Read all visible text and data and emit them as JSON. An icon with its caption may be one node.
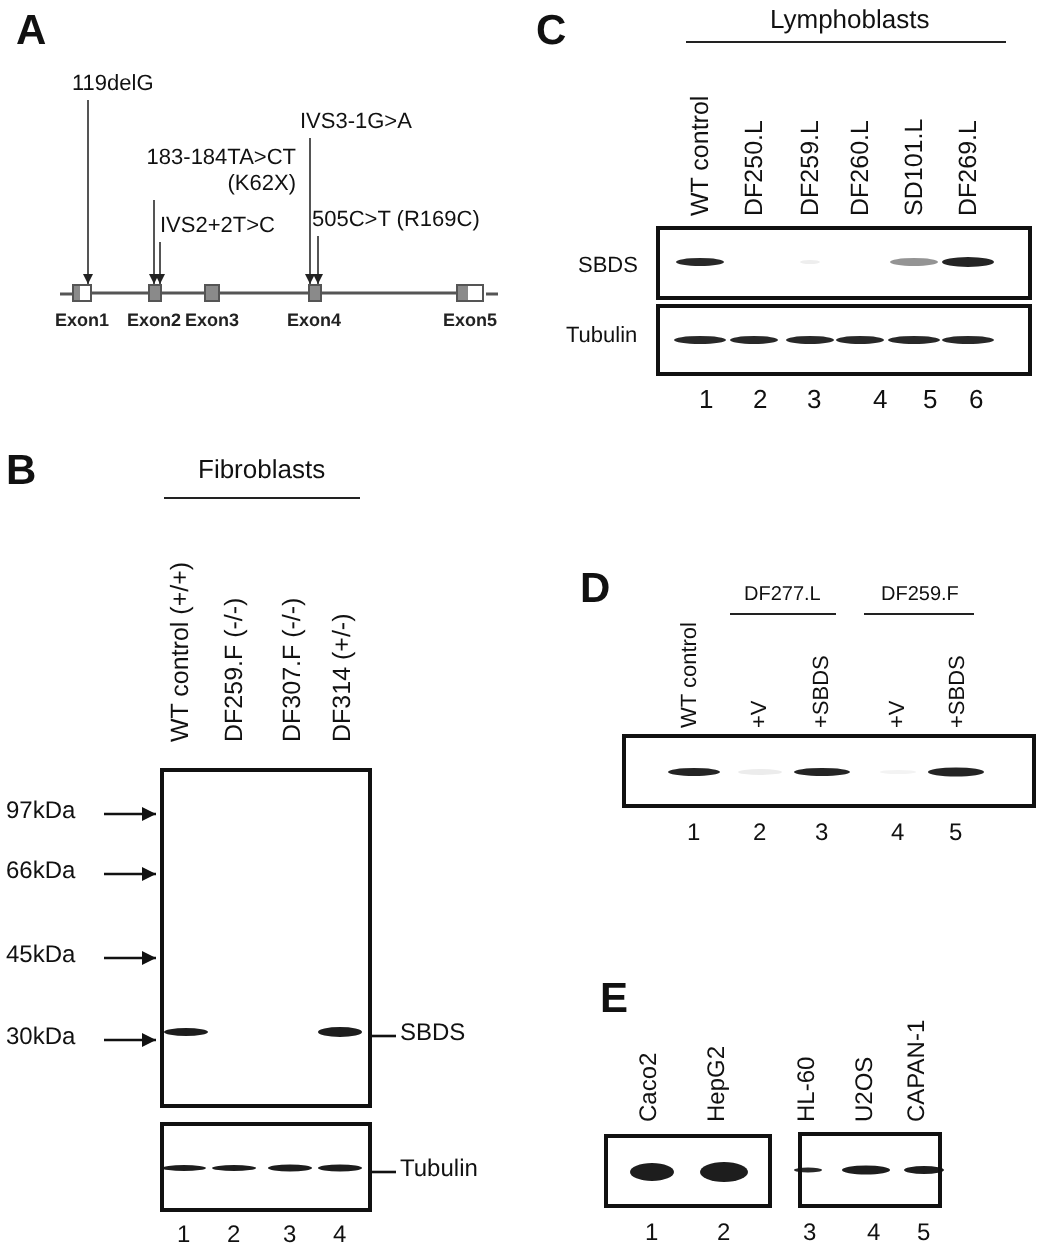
{
  "diagram": {
    "nodes": [
      {
        "text": [
          "119delG"
        ]
      },
      {
        "text": [
          "IVS3-1G>A"
        ]
      },
      {
        "text": [
          "183-184TA>CT (K62X)"
        ]
      },
      {
        "text": [
          "505C>T (R169C)"
        ]
      },
      {
        "text": [
          "IVS2+2T>C"
        ]
      },
      {
        "text": [],
        "shape": "box",
        "beside": [
          "Exon1"
        ]
      },
      {
        "text": [],
        "shape": "box",
        "beside": [
          "Exon2"
        ]
      },
      {
        "text": [],
        "shape": "box",
        "beside": [
          "Exon3"
        ]
      },
      {
        "text": [],
        "shape": "box",
        "beside": [
          "Exon4"
        ]
      },
      {
        "text": [],
        "shape": "box",
        "beside": [
          "Exon5"
        ]
      }
    ],
    "edges": [
      {
        "from": 0,
        "to": 5,
        "arrow": "to"
      },
      {
        "from": 1,
        "to": 8,
        "arrow": "to"
      },
      {
        "from": 2,
        "to": 6,
        "arrow": "to"
      },
      {
        "from": 3,
        "to": 8,
        "arrow": "to"
      },
      {
        "from": 4,
        "to": 6,
        "arrow": "to"
      },
      {
        "from": 5,
        "to": 6,
        "arrow": "none"
      },
      {
        "from": 6,
        "to": 7,
        "arrow": "none"
      },
      {
        "from": 7,
        "to": 8,
        "arrow": "none"
      },
      {
        "from": 8,
        "to": 9,
        "arrow": "none"
      }
    ],
    "labels": [
      "A",
      "C",
      "Lymphoblasts",
      "WT control",
      "DF250.L",
      "DF259.L",
      "DF260.L",
      "SD101.L",
      "DF269.L",
      "SBDS",
      "Tubulin",
      "1",
      "2",
      "3",
      "4",
      "5",
      "6",
      "B",
      "Fibroblasts",
      "WT control (+/+)",
      "DF259.F (-/-)",
      "DF307.F (-/-)",
      "DF314 (+/-)",
      "97kDa",
      "66kDa",
      "45kDa",
      "30kDa",
      "SBDS",
      "Tubulin",
      "1",
      "2",
      "3",
      "4",
      "D",
      "WT control",
      "DF277.L",
      "DF259.F",
      "+V",
      "+SBDS",
      "+V",
      "+SBDS",
      "1",
      "2",
      "3",
      "4",
      "5",
      "E",
      "Caco2",
      "HepG2",
      "HL-60",
      "U2OS",
      "CAPAN-1",
      "1",
      "2",
      "3",
      "4",
      "5"
    ]
  }
}
